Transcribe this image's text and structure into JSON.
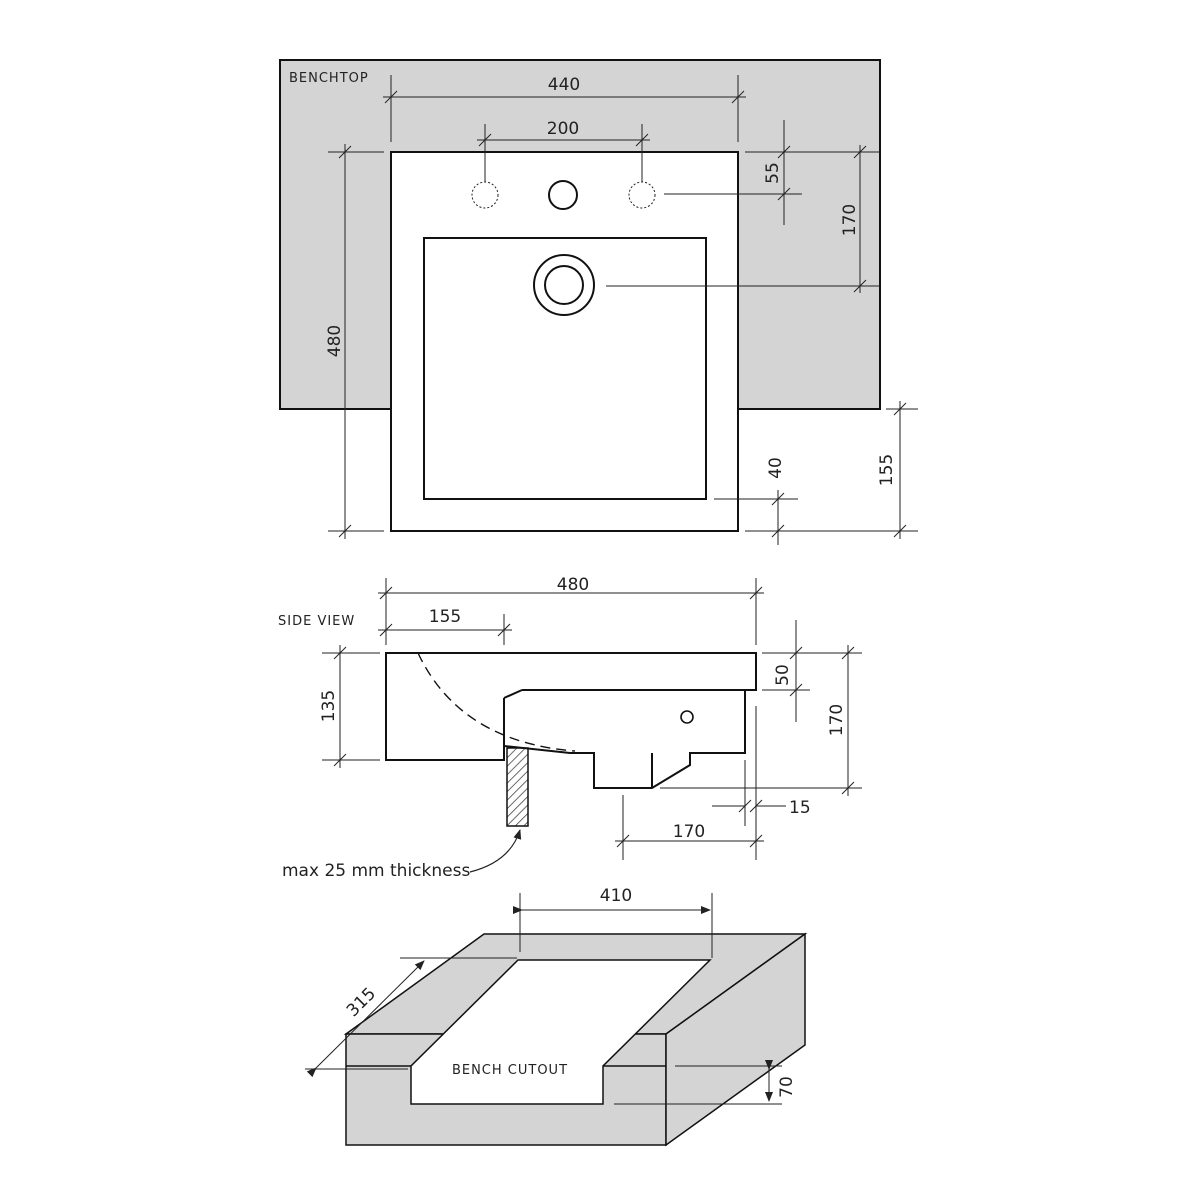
{
  "top_view": {
    "caption": "BENCHTOP",
    "dims": {
      "overall_width": "440",
      "tap_spacing": "200",
      "tap_offset": "55",
      "waste_offset": "170",
      "overall_depth": "480",
      "front_rim": "40",
      "front_overhang": "155"
    }
  },
  "side_view": {
    "caption": "SIDE VIEW",
    "dims": {
      "overall_length": "480",
      "overhang": "155",
      "bowl_height": "135",
      "rim_height": "50",
      "total_height": "170",
      "waste_distance": "170",
      "back_offset": "15"
    },
    "note": "max 25 mm thickness"
  },
  "cutout_view": {
    "caption": "BENCH CUTOUT",
    "dims": {
      "width": "410",
      "depth": "315",
      "height": "70"
    }
  },
  "colors": {
    "bench": "#d4d4d4",
    "line": "#111111"
  }
}
